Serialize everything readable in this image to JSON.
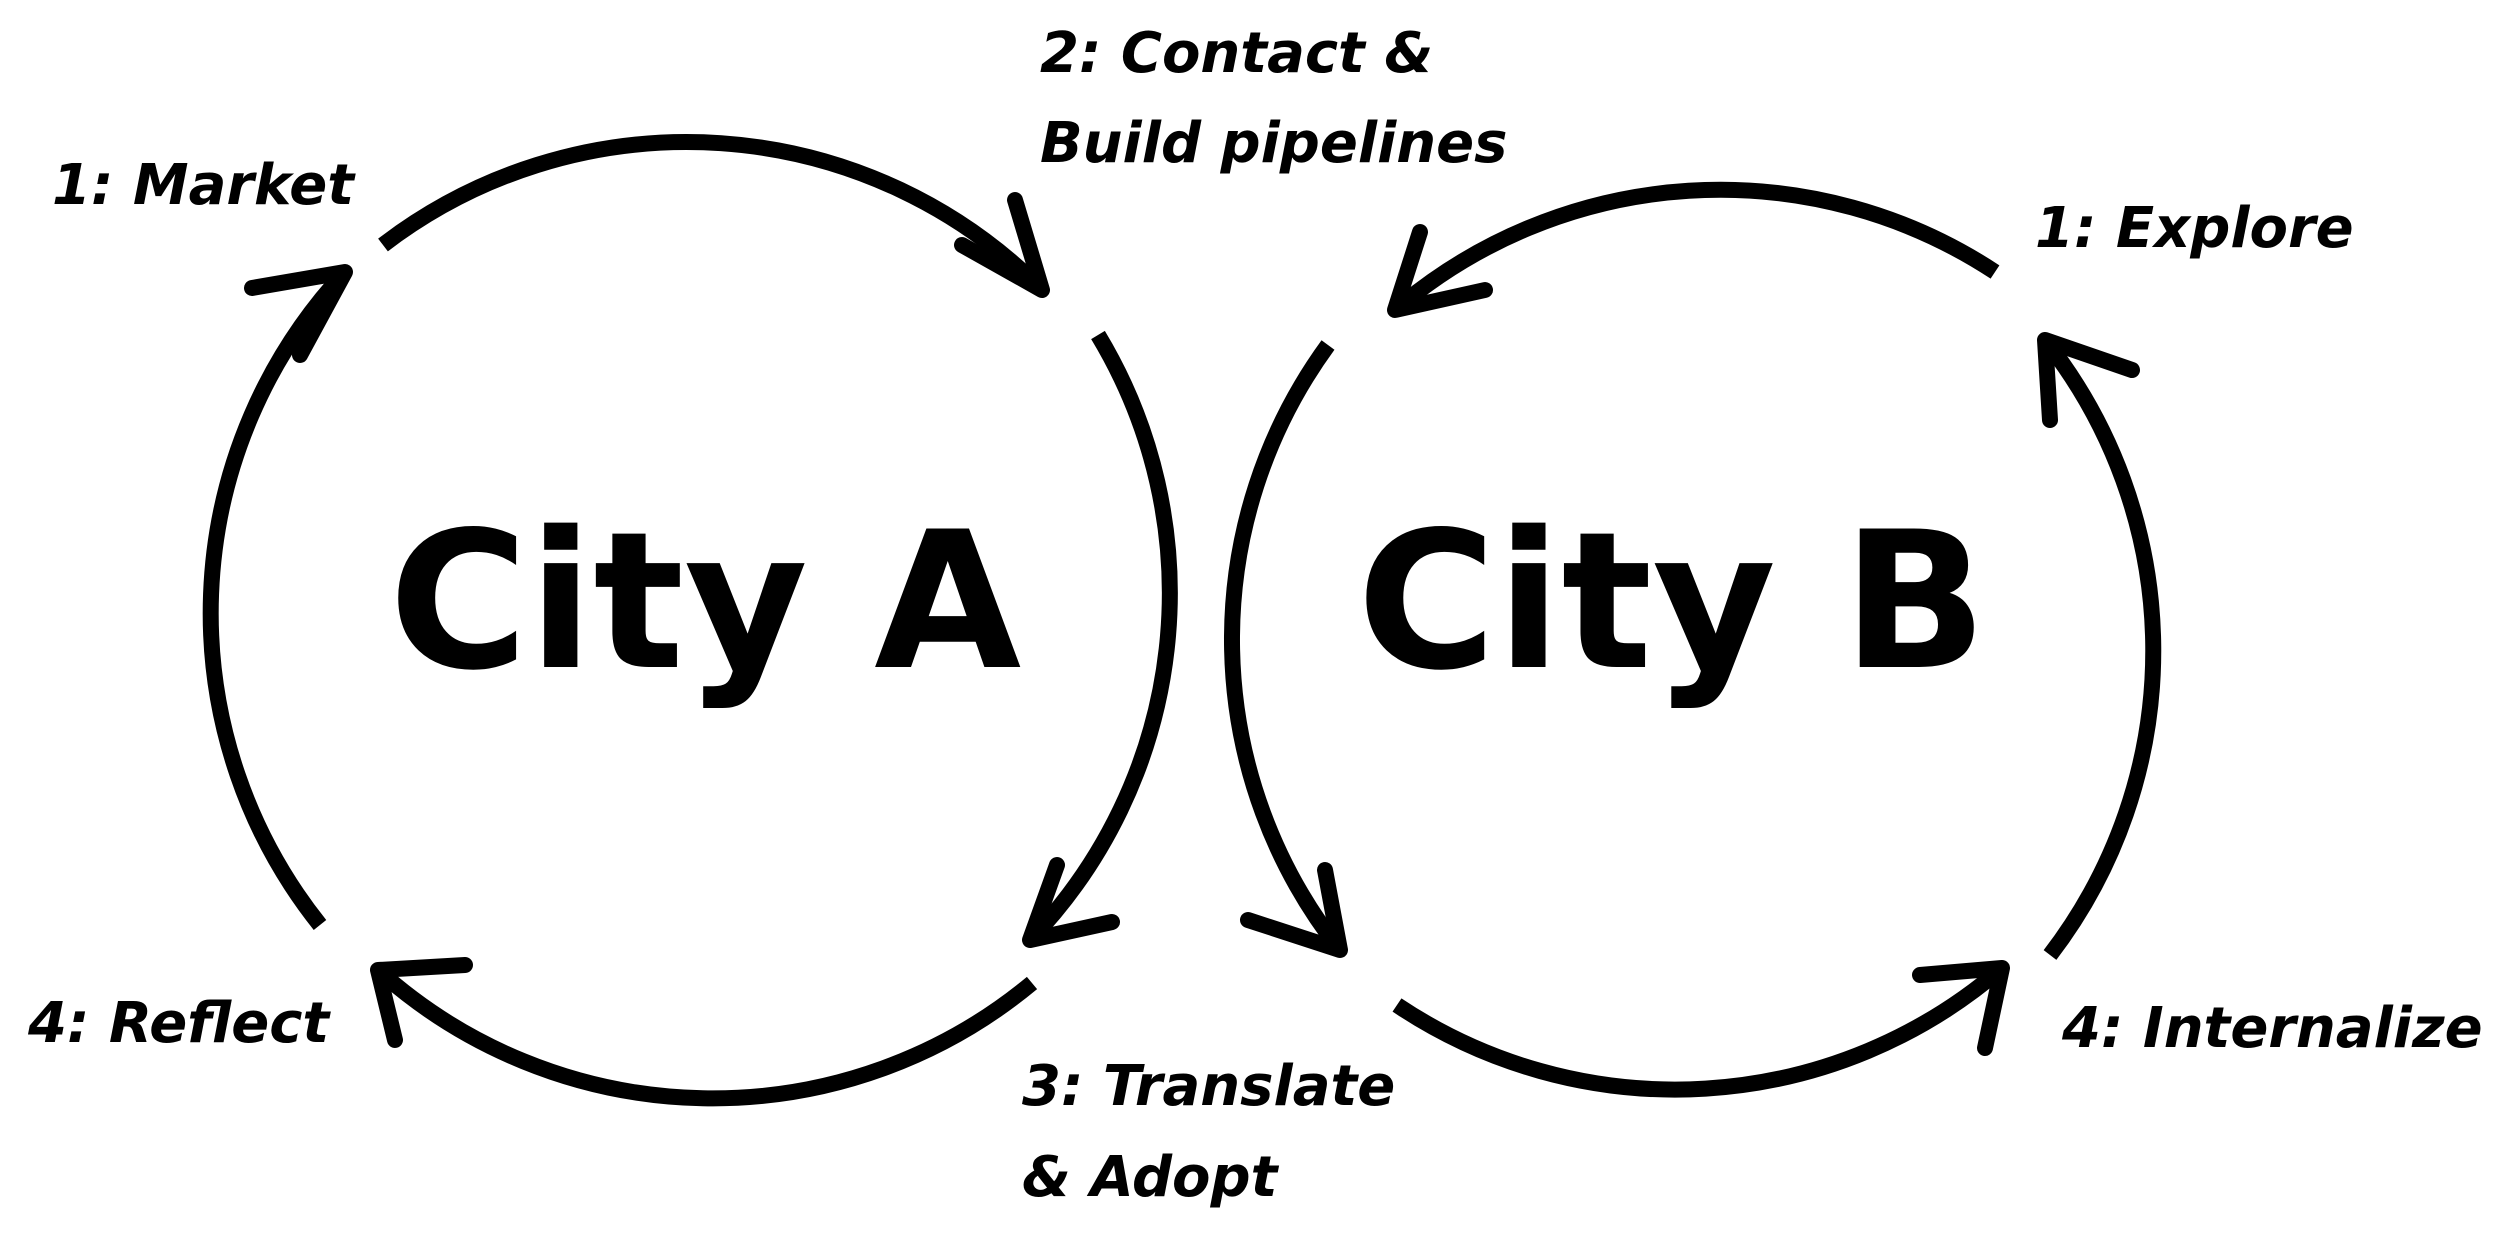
{
  "diagram": {
    "city_a": {
      "name": "City A",
      "steps": {
        "market": "1: Market",
        "contact_line1": "2: Contact &",
        "contact_line2": "Build pipelines",
        "translate_line1": "3: Translate",
        "translate_line2": "& Adopt",
        "reflect": "4: Reflect"
      }
    },
    "city_b": {
      "name": "City B",
      "steps": {
        "explore": "1: Explore",
        "internalize": "4: Internalize"
      }
    },
    "colors": {
      "stroke": "#000000",
      "background": "#ffffff"
    }
  }
}
